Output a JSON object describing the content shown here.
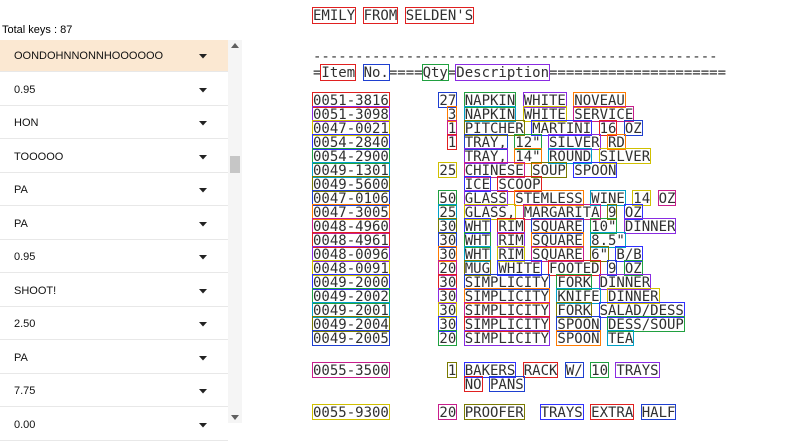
{
  "left_panel": {
    "total_keys_label": "Total keys : 87",
    "items": [
      {
        "label": "OONDOHNNONNHOOOOOO",
        "selected": true
      },
      {
        "label": "0.95"
      },
      {
        "label": "HON"
      },
      {
        "label": "TOOOOO"
      },
      {
        "label": "PA"
      },
      {
        "label": "PA"
      },
      {
        "label": "0.95"
      },
      {
        "label": "SHOOT!"
      },
      {
        "label": "2.50"
      },
      {
        "label": "PA"
      },
      {
        "label": "7.75"
      },
      {
        "label": "0.00"
      }
    ]
  },
  "document": {
    "title": "EMILY FROM SELDEN'S",
    "rule": "------------------------------------------------",
    "header": "=Item No.====Qty=Description=====================",
    "lines": [
      "0051-3816      27 NAPKIN WHITE NOVEAU",
      "0051-3098       3 NAPKIN WHITE SERVICE",
      "0047-0021       1 PITCHER MARTINI 16 OZ",
      "0054-2840       1 TRAY, 12\" SILVER RD",
      "0054-2900         TRAY, 14\" ROUND SILVER",
      "0049-1301      25 CHINESE SOUP SPOON",
      "0049-5600         ICE SCOOP",
      "0047-0106      50 GLASS STEMLESS WINE 14 OZ",
      "0047-3005      25 GLASS, MARGARITA 9 OZ",
      "0048-4960      30 WHT RIM SQUARE 10\" DINNER",
      "0048-4961      30 WHT RIM SQUARE 8.5\"",
      "0048-0096      30 WHT RIM SQUARE 6\" B/B",
      "0048-0091      20 MUG WHITE FOOTED 9 OZ",
      "0049-2000      30 SIMPLICITY FORK DINNER",
      "0049-2002      30 SIMPLICITY KNIFE DINNER",
      "0049-2001      30 SIMPLICITY FORK SALAD/DESS",
      "0049-2004      30 SIMPLICITY SPOON DESS/SOUP",
      "0049-2005      20 SIMPLICITY SPOON TEA",
      "",
      "0055-3500       1 BAKERS RACK W/ 10 TRAYS",
      "                  NO PANS",
      "",
      "0055-9300      20 PROOFER  TRAYS EXTRA HALF"
    ],
    "box_colors": [
      "#e02020",
      "#1e3fd0",
      "#20a040",
      "#8a2be2",
      "#ff7a00",
      "#00a0c8",
      "#d0c000",
      "#c81e8c",
      "#7a7a00",
      "#3030ff"
    ]
  }
}
